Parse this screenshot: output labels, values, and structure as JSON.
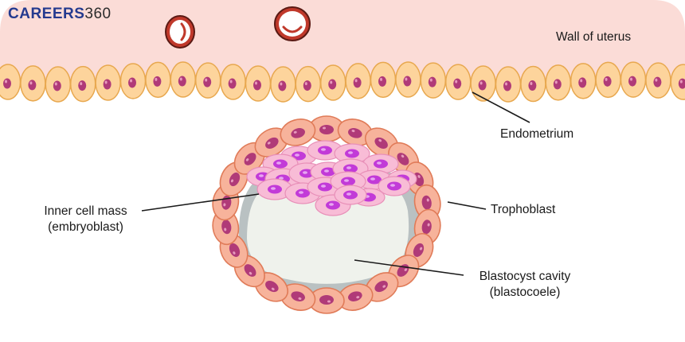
{
  "logo": {
    "word": "CAREERS",
    "number": "360"
  },
  "colors": {
    "uterus_fill": "#fbdcd7",
    "cell_fill": "#fdd49c",
    "cell_stroke": "#e8a84f",
    "nucleus": "#b03a78",
    "trophoblast_fill": "#f7b39b",
    "trophoblast_stroke": "#e07b58",
    "icm_fill": "#f8bcd6",
    "icm_nucleus": "#c23ad8",
    "cavity_fill": "#eff2ec",
    "cavity_shadow": "#b9c1c2",
    "rbc_fill": "#c0392b",
    "brand": "#243a8f",
    "brand_accent": "#2c2c2c"
  },
  "labels": {
    "wall": "Wall of uterus",
    "endometrium": "Endometrium",
    "icm_line1": "Inner cell mass",
    "icm_line2": "(embryoblast)",
    "trophoblast": "Trophoblast",
    "cavity_line1": "Blastocyst cavity",
    "cavity_line2": "(blastocoele)"
  }
}
